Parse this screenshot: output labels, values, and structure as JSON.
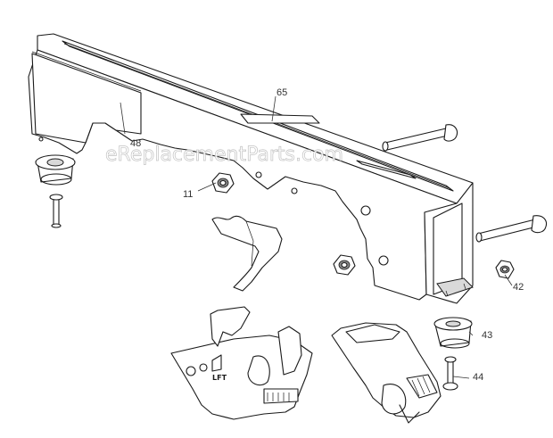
{
  "diagram": {
    "watermark": "eReplacementParts.com",
    "stamp_text": "LFT",
    "callouts": [
      {
        "id": "48",
        "text": "48"
      },
      {
        "id": "65",
        "text": "65"
      },
      {
        "id": "11",
        "text": "11"
      },
      {
        "id": "42",
        "text": "42"
      },
      {
        "id": "43",
        "text": "43"
      },
      {
        "id": "44",
        "text": "44"
      }
    ]
  }
}
